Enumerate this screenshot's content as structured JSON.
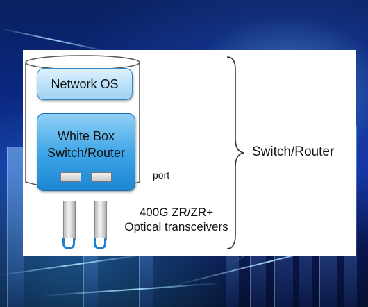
{
  "diagram": {
    "network_os": "Network OS",
    "switch_line1": "White Box",
    "switch_line2": "Switch/Router",
    "port": "port",
    "transceiver_line1": "400G ZR/ZR+",
    "transceiver_line2": "Optical transceivers",
    "group_label": "Switch/Router"
  },
  "colors": {
    "box_light": "#b6def8",
    "box_dark": "#1e86d2",
    "box_border": "#2e86c8",
    "transceiver_tab": "#1d7fd0",
    "panel": "#ffffff"
  }
}
